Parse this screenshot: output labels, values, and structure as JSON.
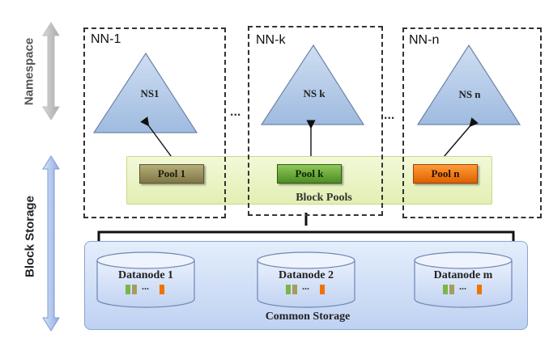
{
  "side_labels": {
    "namespace": "Namespace",
    "block_storage": "Block Storage"
  },
  "namenodes": [
    {
      "box_label": "NN-1",
      "namespace": "NS1",
      "pool": "Pool  1",
      "pool_color": "#8a8350"
    },
    {
      "box_label": "NN-k",
      "namespace": "NS k",
      "pool": "Pool  k",
      "pool_color": "#5c9b2f"
    },
    {
      "box_label": "NN-n",
      "namespace": "NS n",
      "pool": "Pool  n",
      "pool_color": "#f07300"
    }
  ],
  "ellipsis": "...",
  "block_pools_label": "Block Pools",
  "common_storage_label": "Common Storage",
  "datanodes": [
    {
      "label": "Datanode 1",
      "dots": "..."
    },
    {
      "label": "Datanode 2",
      "dots": "..."
    },
    {
      "label": "Datanode m",
      "dots": "..."
    }
  ],
  "colors": {
    "namespace_triangle": "#b7cde8",
    "block_pools_band": "#e8f2c2",
    "common_storage": "#cddcf6",
    "block_green": "#7bb54a",
    "block_olive": "#a59d5d",
    "block_orange": "#f07300"
  }
}
